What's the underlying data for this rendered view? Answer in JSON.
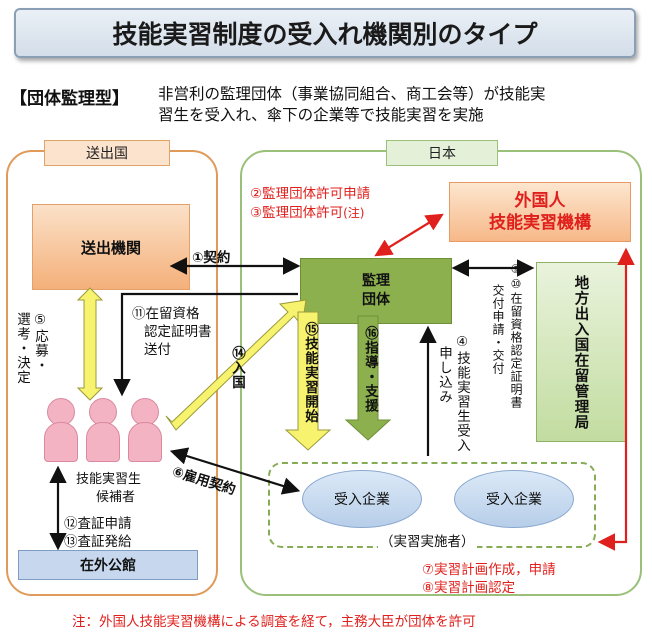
{
  "title": "技能実習制度の受入れ機関別のタイプ",
  "type_heading": "【団体監理型】",
  "description_line1": "非営利の監理団体（事業協同組合、商工会等）が技能実",
  "description_line2": "習生を受入れ、傘下の企業等で技能実習を実施",
  "regions": {
    "sending_country": "送出国",
    "japan": "日本"
  },
  "boxes": {
    "sending_agency": "送出機関",
    "supervising_org_line1": "監理",
    "supervising_org_line2": "団体",
    "otit_line1": "外国人",
    "otit_line2": "技能実習機構",
    "immigration_bureau": "地方出入国在留管理局",
    "embassy": "在外公館",
    "host_company_1": "受入企業",
    "host_company_2": "受入企業",
    "implementers": "（実習実施者）",
    "candidates_line1": "技能実習生",
    "candidates_line2": "候補者"
  },
  "steps": {
    "s1": "①契約",
    "s2": "②監理団体許可申請",
    "s3": "③監理団体許可",
    "s3_note": "(注)",
    "s4": "④技能実習生受入",
    "s4b": "申し込み",
    "s5a": "⑤応募・",
    "s5b": "選考・決定",
    "s6": "⑥雇用契約",
    "s7": "⑦実習計画作成，申請",
    "s8": "⑧実習計画認定",
    "s9_10a": "⑨⑩在留資格認定証明書",
    "s9_10b": "交付申請・交付",
    "s11a": "⑪在留資格",
    "s11b": "認定証明書",
    "s11c": "送付",
    "s12": "⑫査証申請",
    "s13": "⑬査証発給",
    "s14": "⑭入国",
    "s15": "⑮技能実習開始",
    "s16": "⑯指導・支援"
  },
  "footnote": "注：外国人技能実習機構による調査を経て，主務大臣が団体を許可",
  "colors": {
    "red": "#e0201c",
    "supervisor_green": "#8db04e",
    "yellow_arrow": "#f7f36e",
    "green_arrow": "#8db04e",
    "sending_orange": "#f4b07a",
    "embassy_blue": "#c7d8ee",
    "candidate_pink": "#f4b3c2"
  },
  "icons": {
    "candidates": "person-figures"
  }
}
